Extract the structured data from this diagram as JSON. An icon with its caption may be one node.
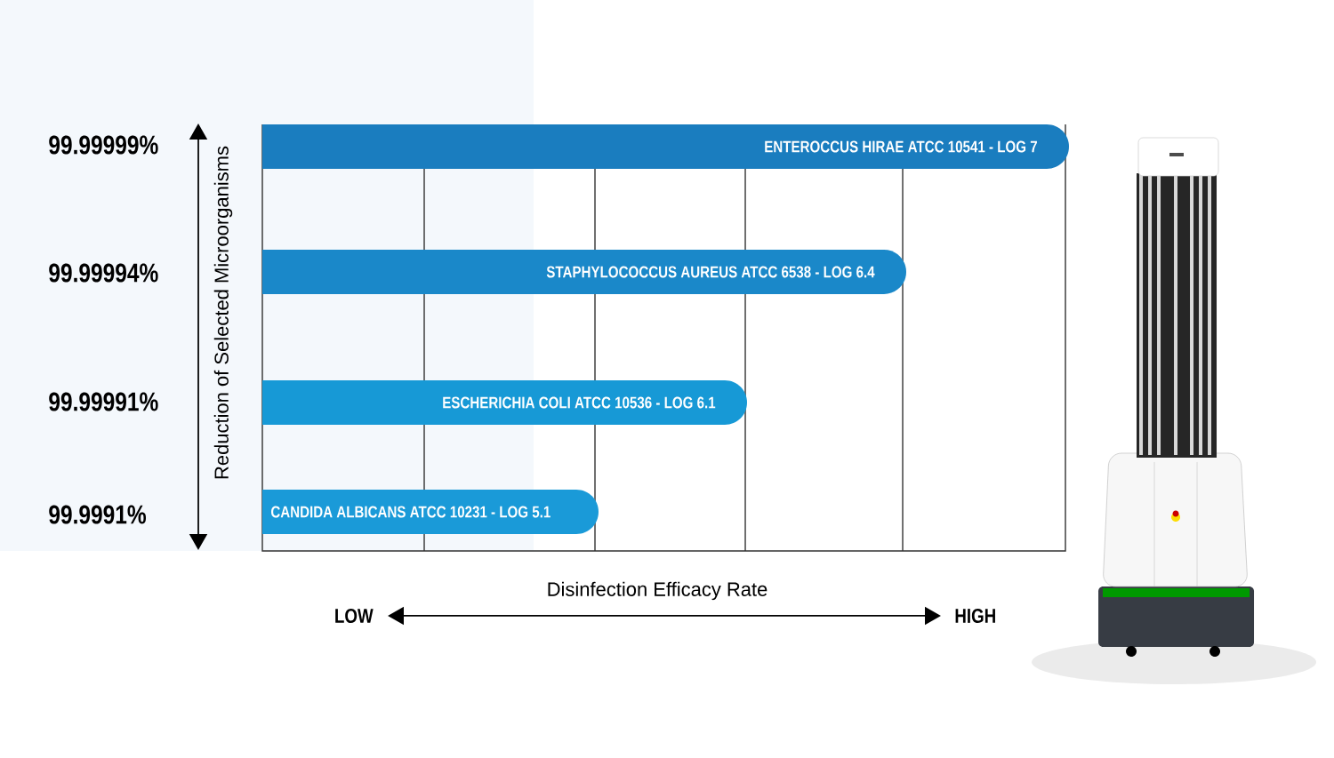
{
  "diagram": {
    "nodes": [
      {
        "text": [
          "ENTEROCCUS HIRAE ATCC 10541 - LOG 7"
        ]
      },
      {
        "text": [
          "STAPHYLOCOCCUS AUREUS ATCC 6538 - LOG 6.4"
        ]
      },
      {
        "text": [
          "ESCHERICHIA COLI ATCC 10536 - LOG 6.1"
        ]
      },
      {
        "text": [
          "CANDIDA ALBICANS ATCC 10231 - LOG 5.1"
        ]
      }
    ],
    "labels": [
      "99.99999%",
      "99.99994%",
      "99.99991%",
      "99.9991%",
      "Reduction of Selected Microorganisms",
      "Disinfection Efficacy Rate",
      "LOW",
      "HIGH"
    ]
  }
}
